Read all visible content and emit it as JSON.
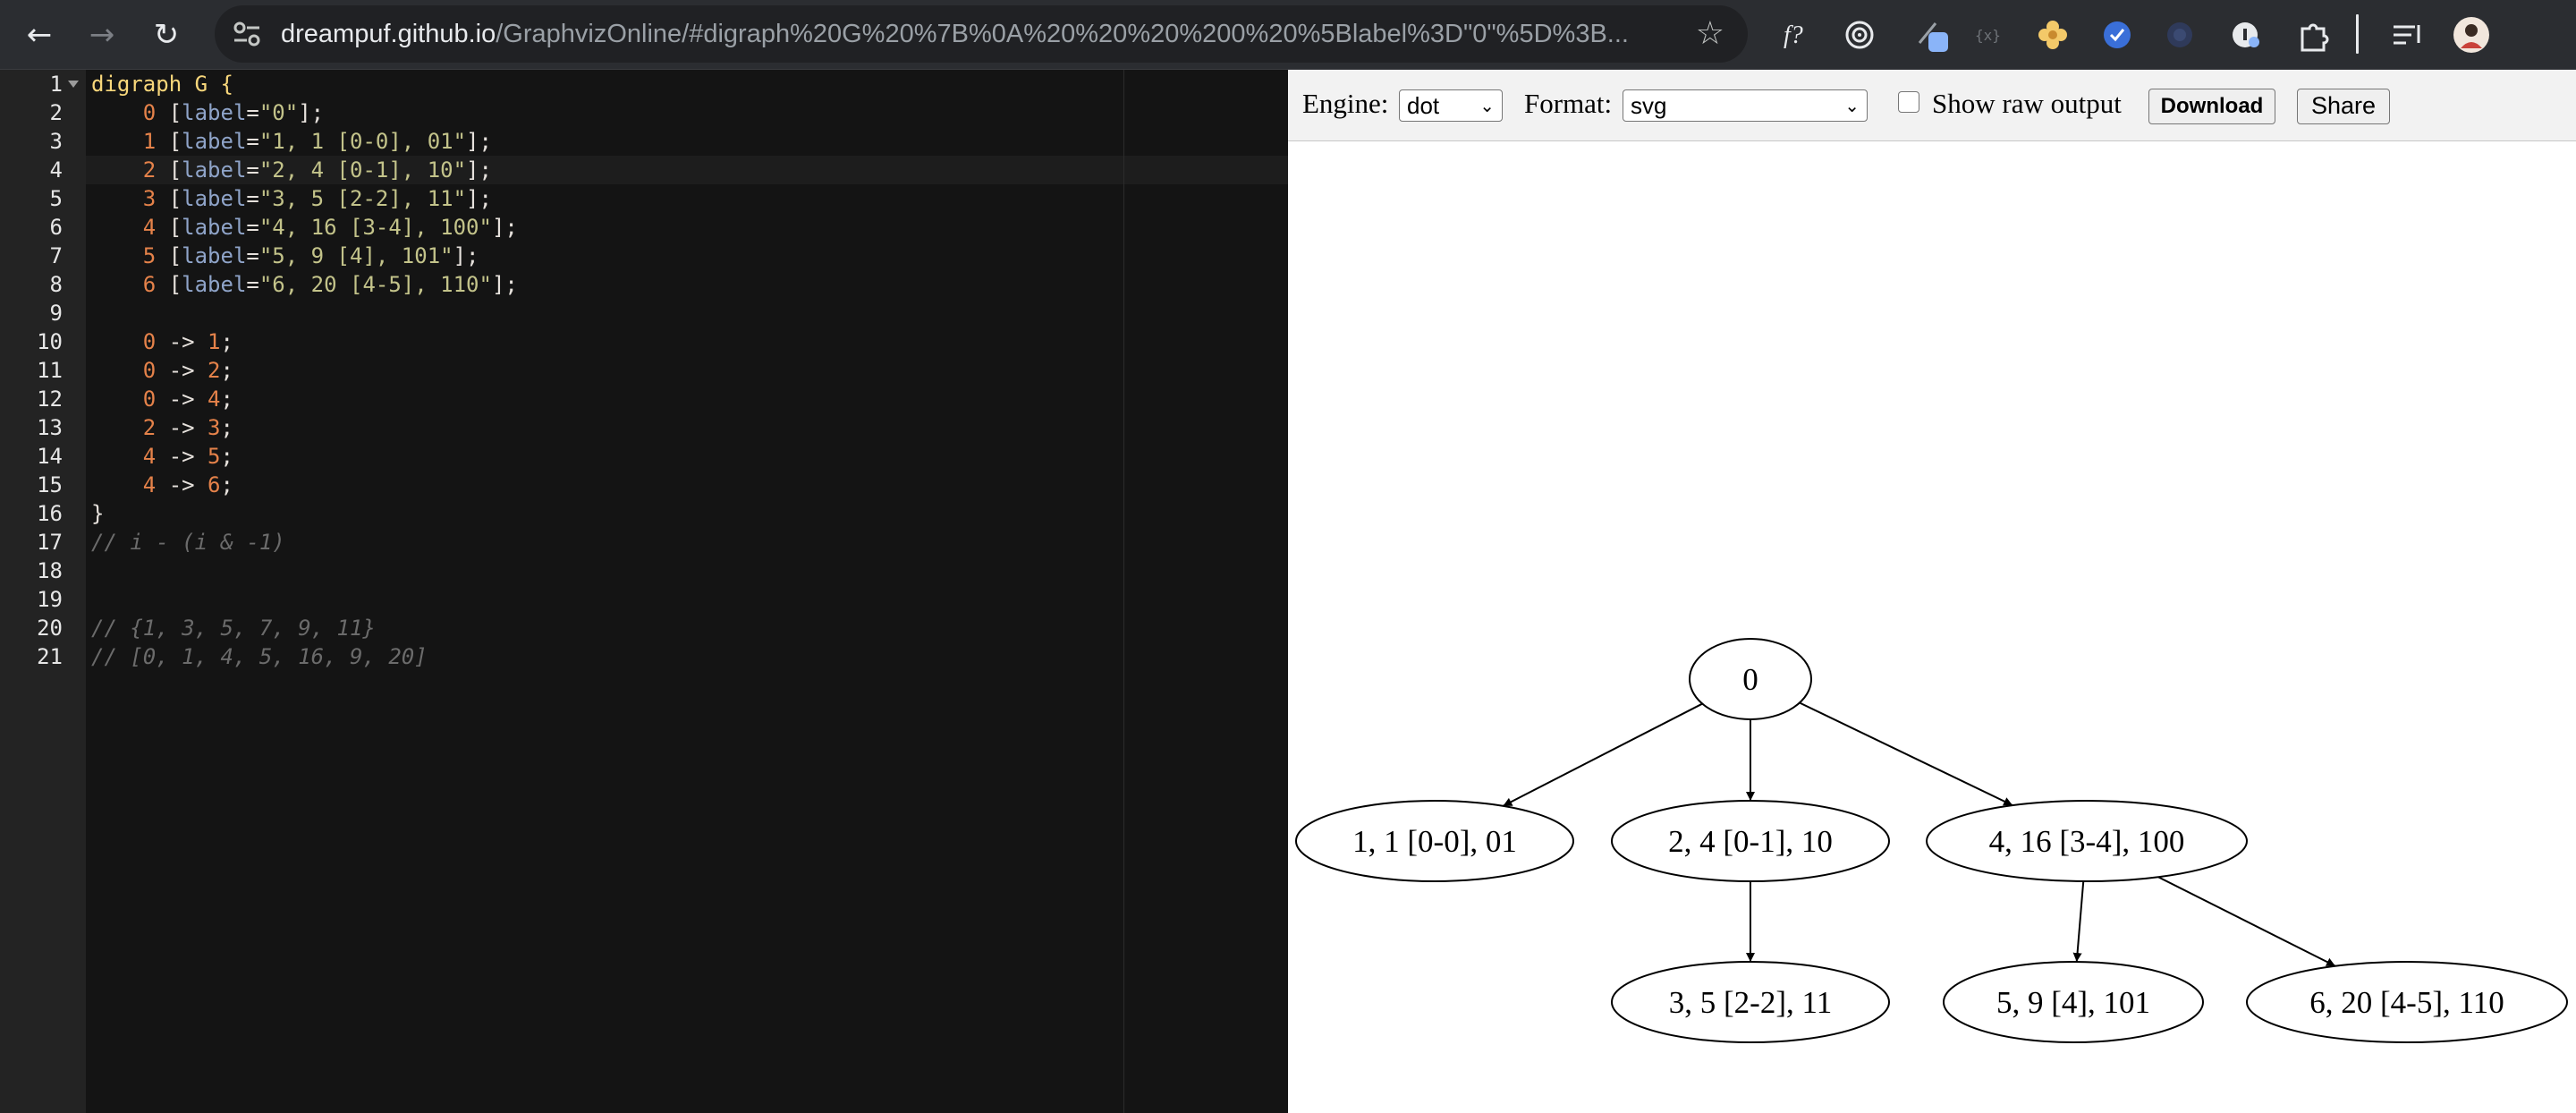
{
  "browser": {
    "url_host": "dreampuf.github.io",
    "url_path": "/GraphvizOnline/#digraph%20G%20%7B%0A%20%20%20%200%20%5Blabel%3D\"0\"%5D%3B..."
  },
  "editor": {
    "line_numbers": [
      "1",
      "2",
      "3",
      "4",
      "5",
      "6",
      "7",
      "8",
      "9",
      "10",
      "11",
      "12",
      "13",
      "14",
      "15",
      "16",
      "17",
      "18",
      "19",
      "20",
      "21"
    ],
    "lines": [
      [
        {
          "t": "digraph G {",
          "c": "kw"
        }
      ],
      [
        {
          "t": "    ",
          "c": ""
        },
        {
          "t": "0",
          "c": "num"
        },
        {
          "t": " [",
          "c": ""
        },
        {
          "t": "label",
          "c": "attr"
        },
        {
          "t": "=",
          "c": ""
        },
        {
          "t": "\"0\"",
          "c": "str"
        },
        {
          "t": "];",
          "c": ""
        }
      ],
      [
        {
          "t": "    ",
          "c": ""
        },
        {
          "t": "1",
          "c": "num"
        },
        {
          "t": " [",
          "c": ""
        },
        {
          "t": "label",
          "c": "attr"
        },
        {
          "t": "=",
          "c": ""
        },
        {
          "t": "\"1, 1 [0-0], 01\"",
          "c": "str"
        },
        {
          "t": "];",
          "c": ""
        }
      ],
      [
        {
          "t": "    ",
          "c": ""
        },
        {
          "t": "2",
          "c": "num"
        },
        {
          "t": " [",
          "c": ""
        },
        {
          "t": "label",
          "c": "attr"
        },
        {
          "t": "=",
          "c": ""
        },
        {
          "t": "\"2, 4 [0-1], 10\"",
          "c": "str"
        },
        {
          "t": "];",
          "c": ""
        }
      ],
      [
        {
          "t": "    ",
          "c": ""
        },
        {
          "t": "3",
          "c": "num"
        },
        {
          "t": " [",
          "c": ""
        },
        {
          "t": "label",
          "c": "attr"
        },
        {
          "t": "=",
          "c": ""
        },
        {
          "t": "\"3, 5 [2-2], 11\"",
          "c": "str"
        },
        {
          "t": "];",
          "c": ""
        }
      ],
      [
        {
          "t": "    ",
          "c": ""
        },
        {
          "t": "4",
          "c": "num"
        },
        {
          "t": " [",
          "c": ""
        },
        {
          "t": "label",
          "c": "attr"
        },
        {
          "t": "=",
          "c": ""
        },
        {
          "t": "\"4, 16 [3-4], 100\"",
          "c": "str"
        },
        {
          "t": "];",
          "c": ""
        }
      ],
      [
        {
          "t": "    ",
          "c": ""
        },
        {
          "t": "5",
          "c": "num"
        },
        {
          "t": " [",
          "c": ""
        },
        {
          "t": "label",
          "c": "attr"
        },
        {
          "t": "=",
          "c": ""
        },
        {
          "t": "\"5, 9 [4], 101\"",
          "c": "str"
        },
        {
          "t": "];",
          "c": ""
        }
      ],
      [
        {
          "t": "    ",
          "c": ""
        },
        {
          "t": "6",
          "c": "num"
        },
        {
          "t": " [",
          "c": ""
        },
        {
          "t": "label",
          "c": "attr"
        },
        {
          "t": "=",
          "c": ""
        },
        {
          "t": "\"6, 20 [4-5], 110\"",
          "c": "str"
        },
        {
          "t": "];",
          "c": ""
        }
      ],
      [],
      [
        {
          "t": "    ",
          "c": ""
        },
        {
          "t": "0",
          "c": "num"
        },
        {
          "t": " -> ",
          "c": ""
        },
        {
          "t": "1",
          "c": "num"
        },
        {
          "t": ";",
          "c": ""
        }
      ],
      [
        {
          "t": "    ",
          "c": ""
        },
        {
          "t": "0",
          "c": "num"
        },
        {
          "t": " -> ",
          "c": ""
        },
        {
          "t": "2",
          "c": "num"
        },
        {
          "t": ";",
          "c": ""
        }
      ],
      [
        {
          "t": "    ",
          "c": ""
        },
        {
          "t": "0",
          "c": "num"
        },
        {
          "t": " -> ",
          "c": ""
        },
        {
          "t": "4",
          "c": "num"
        },
        {
          "t": ";",
          "c": ""
        }
      ],
      [
        {
          "t": "    ",
          "c": ""
        },
        {
          "t": "2",
          "c": "num"
        },
        {
          "t": " -> ",
          "c": ""
        },
        {
          "t": "3",
          "c": "num"
        },
        {
          "t": ";",
          "c": ""
        }
      ],
      [
        {
          "t": "    ",
          "c": ""
        },
        {
          "t": "4",
          "c": "num"
        },
        {
          "t": " -> ",
          "c": ""
        },
        {
          "t": "5",
          "c": "num"
        },
        {
          "t": ";",
          "c": ""
        }
      ],
      [
        {
          "t": "    ",
          "c": ""
        },
        {
          "t": "4",
          "c": "num"
        },
        {
          "t": " -> ",
          "c": ""
        },
        {
          "t": "6",
          "c": "num"
        },
        {
          "t": ";",
          "c": ""
        }
      ],
      [
        {
          "t": "}",
          "c": ""
        }
      ],
      [
        {
          "t": "// i - (i & -1)",
          "c": "cm"
        }
      ],
      [],
      [],
      [
        {
          "t": "// {1, 3, 5, 7, 9, 11}",
          "c": "cm"
        }
      ],
      [
        {
          "t": "// [0, 1, 4, 5, 16, 9, 20]",
          "c": "cm"
        }
      ]
    ]
  },
  "toolbar": {
    "engine_label": "Engine:",
    "engine_value": "dot",
    "format_label": "Format:",
    "format_value": "svg",
    "raw_label": "Show raw output",
    "raw_checked": false,
    "download_label": "Download",
    "share_label": "Share"
  },
  "graph": {
    "nodes": [
      {
        "id": "0",
        "label": "0"
      },
      {
        "id": "1",
        "label": "1, 1 [0-0], 01"
      },
      {
        "id": "2",
        "label": "2, 4 [0-1], 10"
      },
      {
        "id": "4",
        "label": "4, 16 [3-4], 100"
      },
      {
        "id": "3",
        "label": "3, 5 [2-2], 11"
      },
      {
        "id": "5",
        "label": "5, 9 [4], 101"
      },
      {
        "id": "6",
        "label": "6, 20 [4-5], 110"
      }
    ],
    "edges": [
      [
        "0",
        "1"
      ],
      [
        "0",
        "2"
      ],
      [
        "0",
        "4"
      ],
      [
        "2",
        "3"
      ],
      [
        "4",
        "5"
      ],
      [
        "4",
        "6"
      ]
    ]
  },
  "colors": {
    "editor_bg": "#141414",
    "keyword": "#f8d77b",
    "number": "#e5824a",
    "string": "#c3c38a",
    "attribute": "#8fa4c9",
    "comment": "#6b6b6b"
  }
}
